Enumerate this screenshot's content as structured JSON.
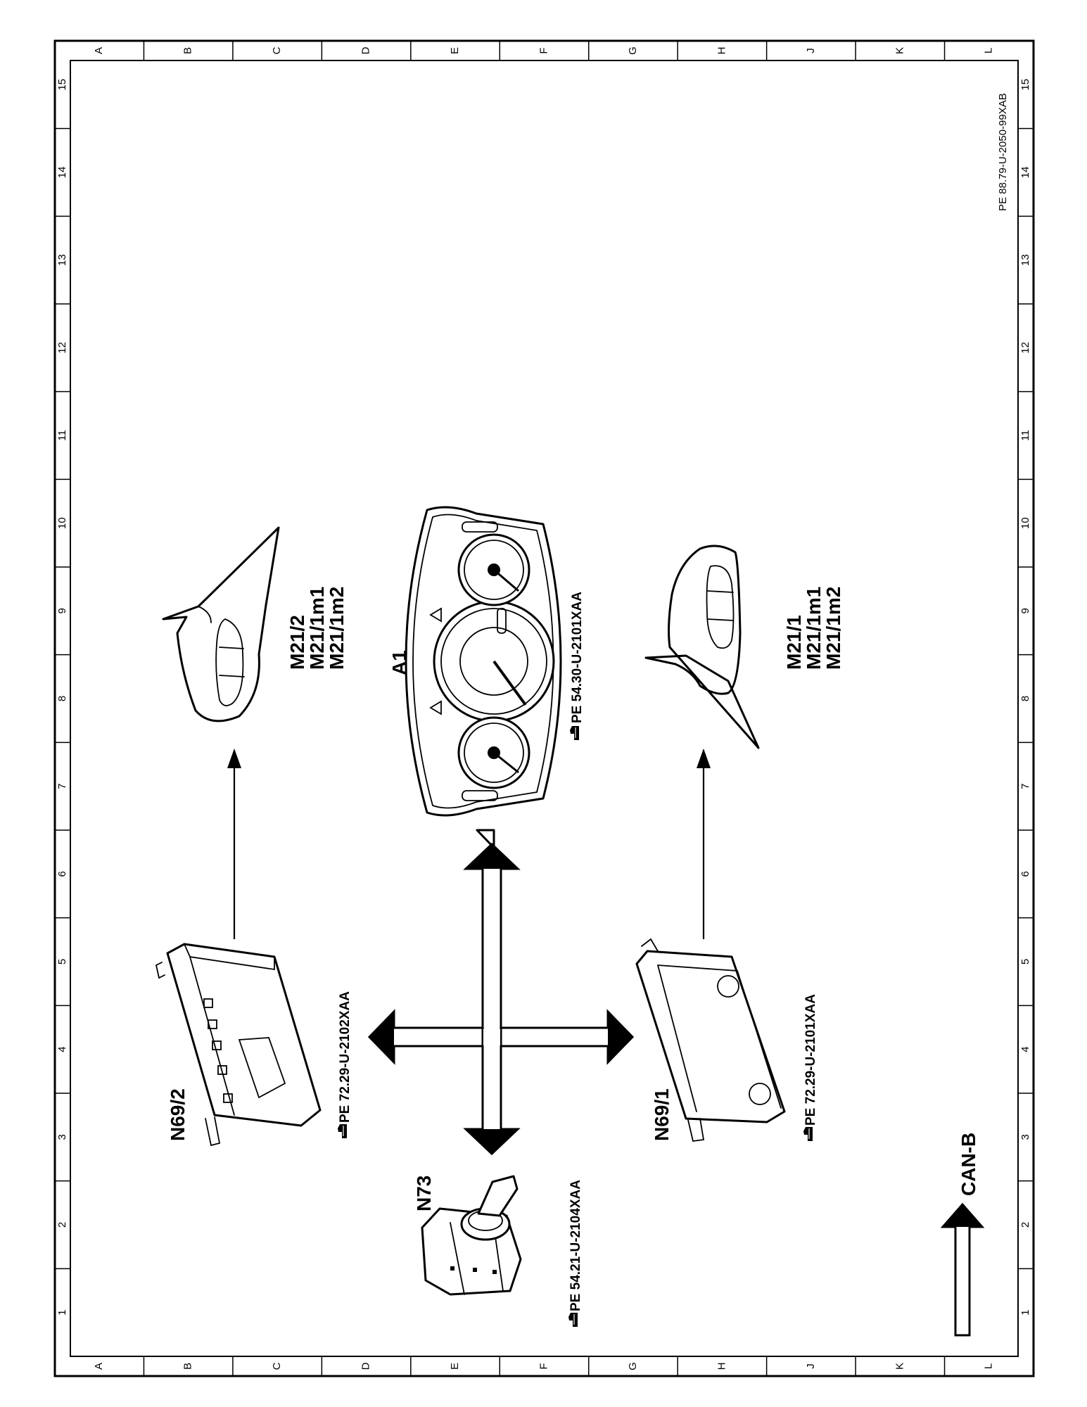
{
  "document_id": "PE 88.79-U-2050-99XAB",
  "grid": {
    "letters": [
      "A",
      "B",
      "C",
      "D",
      "E",
      "F",
      "G",
      "H",
      "J",
      "K",
      "L"
    ],
    "numbers": [
      "1",
      "2",
      "3",
      "4",
      "5",
      "6",
      "7",
      "8",
      "9",
      "10",
      "11",
      "12",
      "13",
      "14",
      "15"
    ]
  },
  "components": {
    "n69_2": {
      "code": "N69/2",
      "ref": "PE  72.29-U-2102XAA"
    },
    "n73": {
      "code": "N73",
      "ref": "PE  54.21-U-2104XAA"
    },
    "n69_1": {
      "code": "N69/1",
      "ref": "PE  72.29-U-2101XAA"
    },
    "a1": {
      "code": "A1",
      "ref": "PE  54.30-U-2101XAA"
    },
    "mirror_left": {
      "codes": [
        "M21/2",
        "M21/1m1",
        "M21/1m2"
      ]
    },
    "mirror_right": {
      "codes": [
        "M21/1",
        "M21/1m1",
        "M21/1m2"
      ]
    }
  },
  "legend": {
    "label": "CAN-B"
  },
  "icons": {
    "reference": "pointing-hand-icon"
  }
}
